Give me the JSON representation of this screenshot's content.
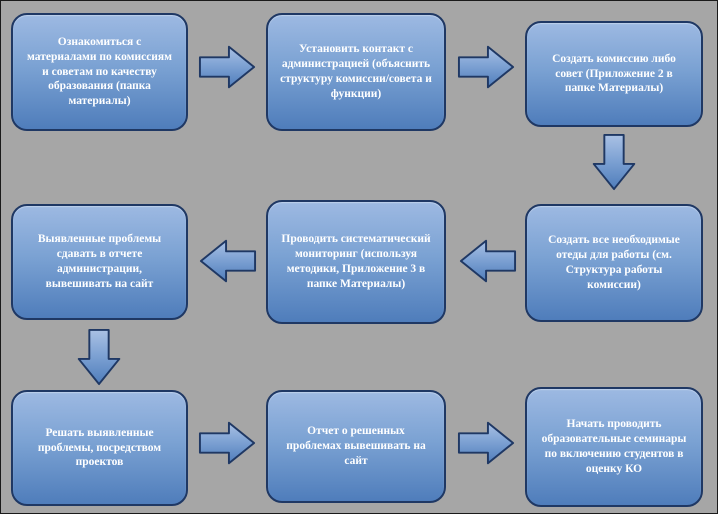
{
  "flowchart": {
    "background_color": "#a6a6a6",
    "box_fill_top": "#9db9e2",
    "box_fill_bottom": "#4f7dbb",
    "box_border_color": "#1f3864",
    "text_color": "#ffffff",
    "boxes": [
      {
        "step": 1,
        "text": "Ознакомиться с материалами по комиссиям и советам по качеству образования (папка материалы)"
      },
      {
        "step": 2,
        "text": "Установить контакт с администрацией (объяснить структуру комиссии/совета и функции)"
      },
      {
        "step": 3,
        "text": "Создать комиссию либо совет (Приложение 2 в папке Материалы)"
      },
      {
        "step": 4,
        "text": "Создать все необходимые отеды для работы (см. Структура работы комиссии)"
      },
      {
        "step": 5,
        "text": "Проводить систематический мониторинг (используя методики, Приложение 3 в папке Материалы)"
      },
      {
        "step": 6,
        "text": "Выявленные проблемы сдавать в отчете администрации, вывешивать на сайт"
      },
      {
        "step": 7,
        "text": "Решать выявленные проблемы, посредством проектов"
      },
      {
        "step": 8,
        "text": "Отчет о решенных проблемах вывешивать на сайт"
      },
      {
        "step": 9,
        "text": "Начать проводить образовательные семинары по включению студентов в оценку КО"
      }
    ],
    "arrows": [
      {
        "from": 1,
        "to": 2,
        "direction": "right"
      },
      {
        "from": 2,
        "to": 3,
        "direction": "right"
      },
      {
        "from": 3,
        "to": 4,
        "direction": "down"
      },
      {
        "from": 4,
        "to": 5,
        "direction": "left"
      },
      {
        "from": 5,
        "to": 6,
        "direction": "left"
      },
      {
        "from": 6,
        "to": 7,
        "direction": "down"
      },
      {
        "from": 7,
        "to": 8,
        "direction": "right"
      },
      {
        "from": 8,
        "to": 9,
        "direction": "right"
      }
    ]
  }
}
